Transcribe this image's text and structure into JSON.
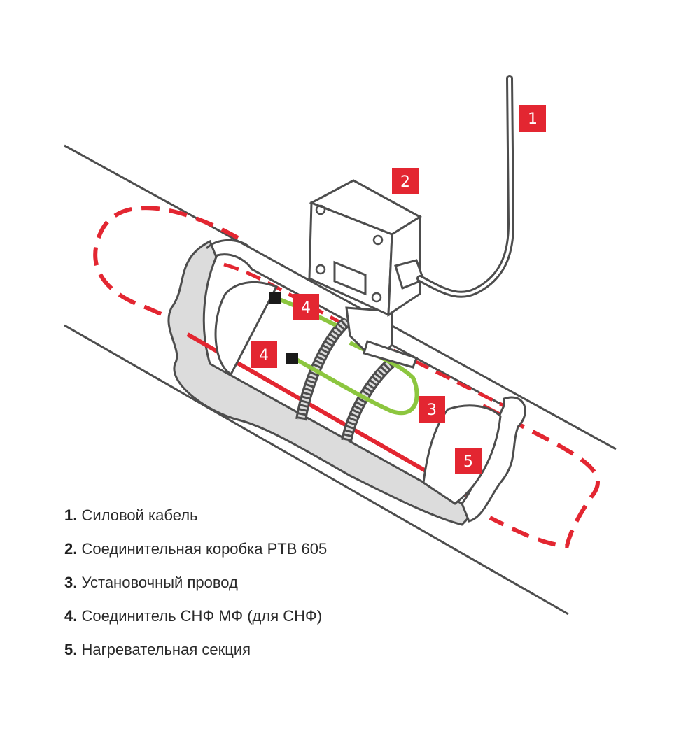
{
  "colors": {
    "accent_red": "#e32631",
    "green_wire": "#8cc63f",
    "outline": "#4d4d4d",
    "insulation": "#dcdcdc"
  },
  "badges": [
    "1",
    "2",
    "3",
    "4",
    "4",
    "5"
  ],
  "legend": [
    {
      "num": "1.",
      "text": "Силовой кабель"
    },
    {
      "num": "2.",
      "text": "Соединительная коробка PTB 605"
    },
    {
      "num": "3.",
      "text": "Установочный провод"
    },
    {
      "num": "4.",
      "text": "Соединитель СНФ МФ (для СНФ)"
    },
    {
      "num": "5.",
      "text": "Нагревательная секция"
    }
  ]
}
